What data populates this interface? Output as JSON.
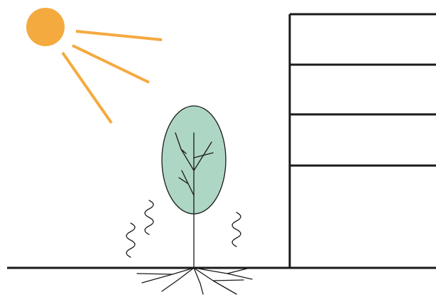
{
  "diagram": {
    "elements": [
      {
        "id": "sun",
        "icon": "sun-icon"
      },
      {
        "id": "tree",
        "icon": "tree-icon"
      },
      {
        "id": "building",
        "icon": "building-icon",
        "floors": 4
      },
      {
        "id": "heat-waves",
        "icon": "heat-wave-icon",
        "count": 3
      },
      {
        "id": "roots",
        "icon": "roots-icon"
      },
      {
        "id": "ground",
        "icon": "ground-line"
      }
    ]
  },
  "colors": {
    "sun": "#f4aa3f",
    "sun_rays": "#f4aa3f",
    "tree_canopy": "#aed6c4",
    "outline": "#1a1a1a",
    "background": "#ffffff"
  }
}
